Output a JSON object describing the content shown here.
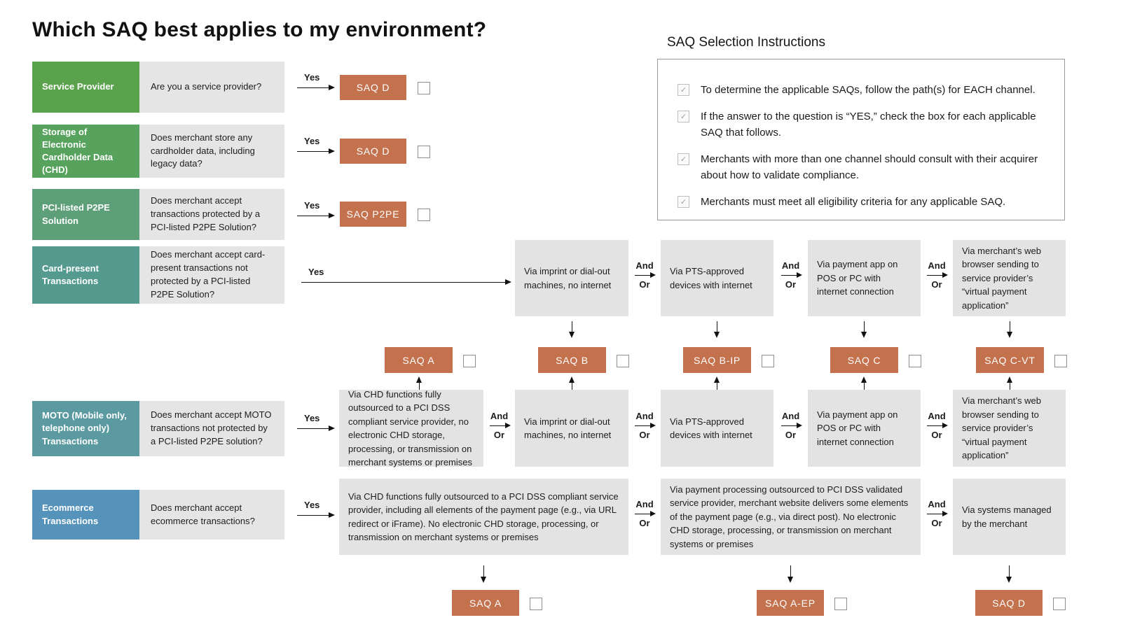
{
  "title": "Which SAQ best applies to my environment?",
  "instructions": {
    "heading": "SAQ Selection Instructions",
    "items": [
      "To determine the applicable SAQs, follow the path(s) for EACH channel.",
      "If the answer to the question is “YES,” check the box for each applicable SAQ that follows.",
      "Merchants with more than one channel should consult with their acquirer about how to validate compliance.",
      "Merchants must meet all eligibility criteria for any applicable SAQ."
    ]
  },
  "connector": {
    "yes": "Yes",
    "and": "And",
    "or": "Or"
  },
  "colors": {
    "saq_box": "#c4714e",
    "question_box": "#e5e5e5",
    "channel_box": "#e3e3e3",
    "arrow": "#111111",
    "instruction_border": "#9a9a9a"
  },
  "rows": [
    {
      "label": "Service Provider",
      "color": "#5ba24d",
      "question": "Are you a service provider?",
      "saq": "SAQ D"
    },
    {
      "label": "Storage of Electronic Cardholder Data (CHD)",
      "color": "#57a25d",
      "question": "Does merchant store any cardholder data, including legacy data?",
      "saq": "SAQ D"
    },
    {
      "label": "PCI-listed P2PE Solution",
      "color": "#5d9f78",
      "question": "Does merchant accept transactions protected by a PCI-listed P2PE Solution?",
      "saq": "SAQ P2PE"
    },
    {
      "label": "Card-present Transactions",
      "color": "#559a8e",
      "question": "Does merchant accept card-present transactions not protected by a PCI-listed P2PE Solution?"
    },
    {
      "label": "MOTO (Mobile only, telephone only) Transactions",
      "color": "#5b9aa1",
      "question": "Does merchant accept MOTO transactions not protected by a PCI-listed P2PE solution?"
    },
    {
      "label": "Ecommerce Transactions",
      "color": "#5693bb",
      "question": "Does merchant accept ecommerce transactions?"
    }
  ],
  "card_present": {
    "channels": [
      "Via imprint or dial-out machines, no internet",
      "Via PTS-approved devices with internet",
      "Via payment app on POS or PC with internet connection",
      "Via merchant’s web browser sending to service provider’s “virtual payment application”"
    ]
  },
  "mid_saqs": [
    "SAQ A",
    "SAQ B",
    "SAQ B-IP",
    "SAQ C",
    "SAQ C-VT"
  ],
  "moto": {
    "channels": [
      "Via CHD functions fully outsourced to a PCI DSS compliant service provider, no electronic CHD storage, processing, or transmission on merchant systems or premises",
      "Via imprint or dial-out machines, no internet",
      "Via PTS-approved devices with internet",
      "Via payment app on POS or PC with internet connection",
      "Via merchant’s web browser sending to service provider’s “virtual payment application”"
    ]
  },
  "ecommerce": {
    "channels": [
      "Via CHD functions fully outsourced to a PCI DSS compliant service provider, including all elements of the payment page (e.g., via URL redirect or iFrame). No electronic CHD storage, processing, or transmission on merchant systems or premises",
      "Via payment processing outsourced to PCI DSS validated service provider, merchant website delivers some elements of the payment page (e.g., via direct post). No electronic CHD storage, processing, or transmission on merchant systems or premises",
      "Via systems managed by the merchant"
    ]
  },
  "bottom_saqs": [
    "SAQ A",
    "SAQ A-EP",
    "SAQ D"
  ]
}
